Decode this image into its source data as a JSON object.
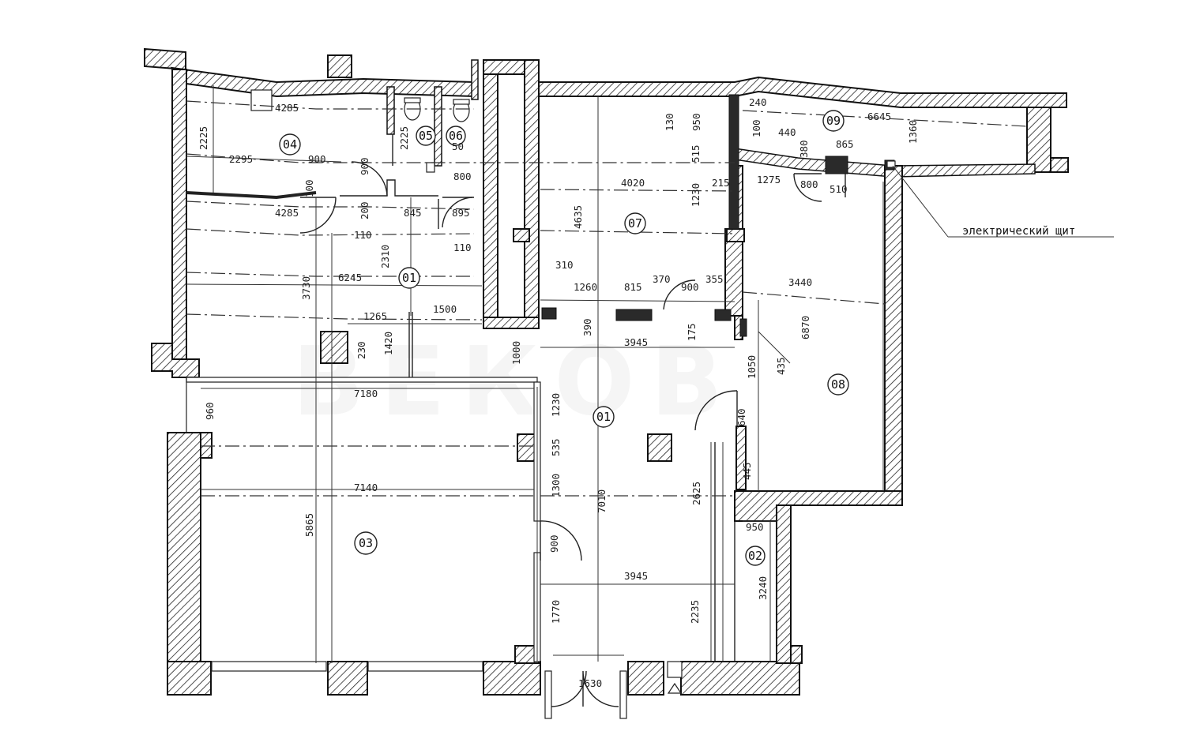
{
  "rooms": {
    "r04": "04",
    "r05": "05",
    "r06": "06",
    "r07": "07",
    "r01_top": "01",
    "r01_main": "01",
    "r09": "09",
    "r08": "08",
    "r03": "03",
    "r02": "02"
  },
  "labels": {
    "electrical_panel": "электрический щит"
  },
  "watermark": "ВЕКОВ",
  "dims": {
    "d4285a": "4285",
    "d2225a": "2225",
    "d2295": "2295",
    "d900a": "900",
    "d900b": "900",
    "d100a": "100",
    "d4285b": "4285",
    "d2225b": "2225",
    "d200": "200",
    "d845": "845",
    "d895": "895",
    "d110a": "110",
    "d110b": "110",
    "d2310": "2310",
    "d50": "50",
    "d800a": "800",
    "d130": "130",
    "d950a": "950",
    "d515": "515",
    "d4020": "4020",
    "d1230a": "1230",
    "d215": "215",
    "d4635": "4635",
    "d240": "240",
    "d100b": "100",
    "d440": "440",
    "d380": "380",
    "d865": "865",
    "d1275": "1275",
    "d800b": "800",
    "d510": "510",
    "d6645": "6645",
    "d1360": "1360",
    "d3730": "3730",
    "d6245": "6245",
    "d1500": "1500",
    "d310": "310",
    "d1260": "1260",
    "d815": "815",
    "d370": "370",
    "d900c": "900",
    "d355": "355",
    "d3440": "3440",
    "d1265": "1265",
    "d230": "230",
    "d1420": "1420",
    "d1000": "1000",
    "d390": "390",
    "d3945a": "3945",
    "d175": "175",
    "d6870": "6870",
    "d1050": "1050",
    "d435": "435",
    "d7180": "7180",
    "d960": "960",
    "d1230b": "1230",
    "d535": "535",
    "d640": "640",
    "d445": "445",
    "d7140": "7140",
    "d1300": "1300",
    "d7010": "7010",
    "d2625": "2625",
    "d950b": "950",
    "d5865": "5865",
    "d900d": "900",
    "d3945b": "3945",
    "d3240": "3240",
    "d1770": "1770",
    "d2235": "2235",
    "d1630": "1630"
  }
}
